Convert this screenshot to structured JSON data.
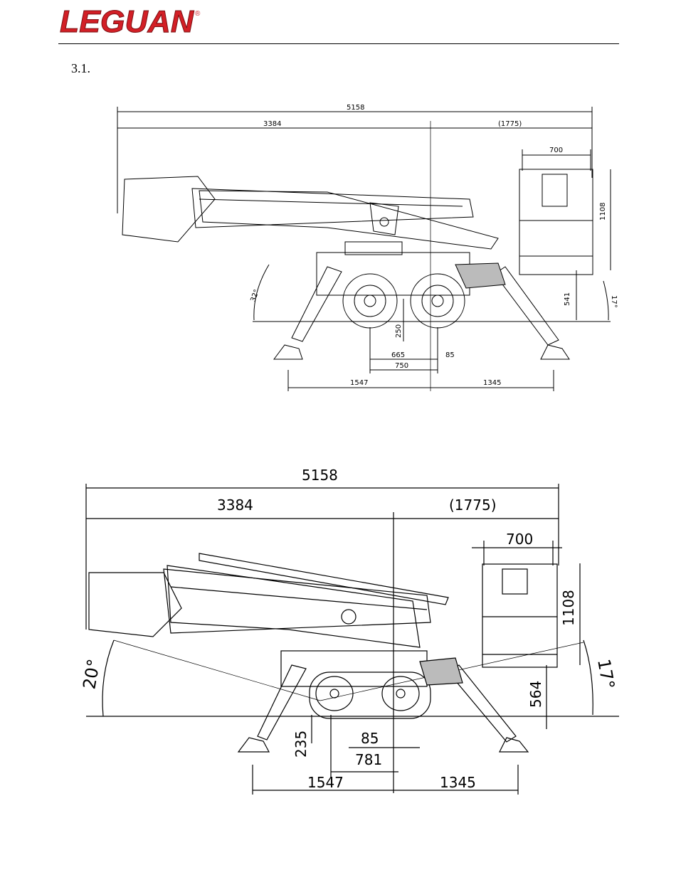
{
  "header": {
    "logo_text": "LEGUAN",
    "logo_mark": "®",
    "brand_color": "#d31f26",
    "section_number": "3.1."
  },
  "drawing_wheeled": {
    "overall_length": "5158",
    "boom_length": "3384",
    "platform_overhang": "(1775)",
    "platform_width": "700",
    "platform_height": "1108",
    "platform_floor_height": "541",
    "boom_angle": "32°",
    "rear_angle": "17°",
    "ground_clearance": "250",
    "axle_offset": "665",
    "center_offset": "85",
    "wheelbase": "750",
    "front_outrigger_reach": "1547",
    "rear_outrigger_reach": "1345"
  },
  "drawing_tracked": {
    "overall_length": "5158",
    "boom_length": "3384",
    "platform_overhang": "(1775)",
    "platform_width": "700",
    "platform_height": "1108",
    "platform_floor_height": "564",
    "boom_angle": "20°",
    "rear_angle": "17°",
    "ground_clearance": "235",
    "center_offset": "85",
    "track_length": "781",
    "front_outrigger_reach": "1547",
    "rear_outrigger_reach": "1345"
  }
}
